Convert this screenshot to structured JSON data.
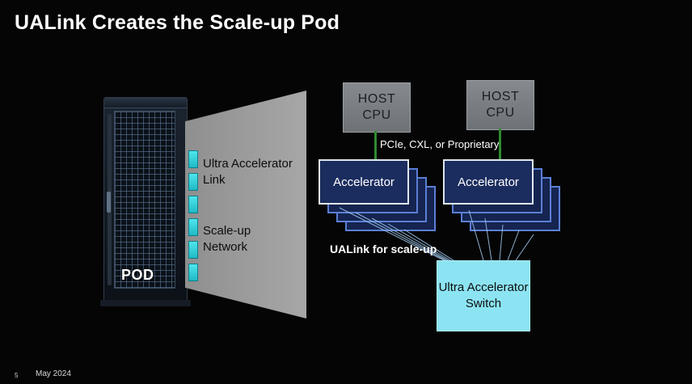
{
  "slide": {
    "title": "UALink Creates the Scale-up Pod",
    "page_number": "5",
    "date": "May 2024"
  },
  "pod": {
    "label": "POD"
  },
  "callout": {
    "items": [
      {
        "label": "Ultra Accelerator Link"
      },
      {
        "label": "Scale-up Network"
      }
    ]
  },
  "diagram": {
    "host_cpu_label": "HOST CPU",
    "bus_label": "PCIe, CXL, or Proprietary",
    "accelerator_label": "Accelerator",
    "ualink_label": "UALink for scale-up",
    "switch_label": "Ultra Accelerator Switch"
  },
  "colors": {
    "background": "#050505",
    "accent_cyan": "#35dbe4",
    "switch_fill": "#8ce4f2",
    "accelerator_fill": "#1b2d5e",
    "accelerator_back_fill": "#152450",
    "host_fill": "#7a7f84",
    "green_link": "#2e8b2e",
    "beam_gray": "#9b9b9b",
    "wire_blue": "#9cc3e8"
  }
}
